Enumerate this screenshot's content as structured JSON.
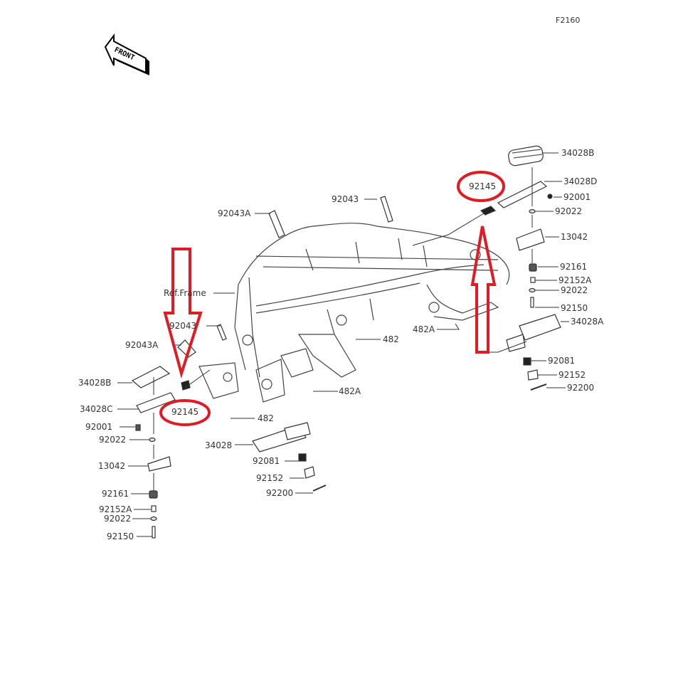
{
  "figure_code": "F2160",
  "front_indicator": "FRONT",
  "highlight_color": "#e01b24",
  "labels": {
    "r_34028B": "34028B",
    "r_34028D": "34028D",
    "r_92145": "92145",
    "r_92001": "92001",
    "r_92022a": "92022",
    "r_13042": "13042",
    "r_92161": "92161",
    "r_92152A": "92152A",
    "r_92022b": "92022",
    "r_92150": "92150",
    "r_34028A": "34028A",
    "r_92081": "92081",
    "r_92152": "92152",
    "r_92200": "92200",
    "r_482A": "482A",
    "c_92043": "92043",
    "c_92043A": "92043A",
    "c_ref_frame": "Ref.Frame",
    "c_92043b": "92043",
    "c_482": "482",
    "c_482A": "482A",
    "c_482b": "482",
    "l_92043A": "92043A",
    "l_34028B": "34028B",
    "l_34028C": "34028C",
    "l_92145": "92145",
    "l_92001": "92001",
    "l_92022a": "92022",
    "l_13042": "13042",
    "l_92161": "92161",
    "l_92152A": "92152A",
    "l_92022b": "92022",
    "l_92150": "92150",
    "c_34028": "34028",
    "c_92081": "92081",
    "c_92152": "92152",
    "c_92200": "92200"
  }
}
